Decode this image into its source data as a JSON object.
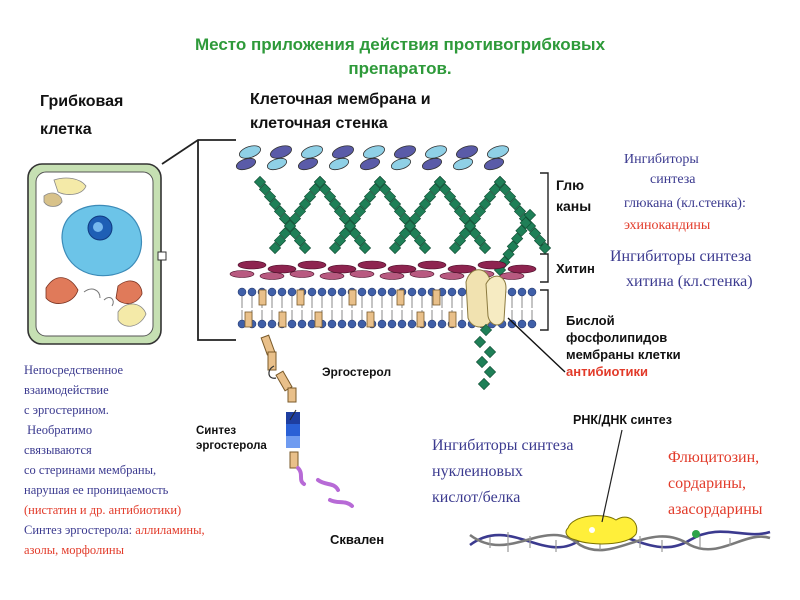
{
  "title": {
    "line1": "Место приложения действия противогрибковых",
    "line2": "препаратов."
  },
  "headers": {
    "cell_line1": "Грибковая",
    "cell_line2": "клетка",
    "membrane_line1": "Клеточная мембрана и",
    "membrane_line2": "клеточная стенка"
  },
  "structure_labels": {
    "glucans_line1": "Глю",
    "glucans_line2": "каны",
    "chitin": "Хитин",
    "bilayer_line1": "Бислой",
    "bilayer_line2": "фосфолипидов",
    "bilayer_line3": "мембраны клетки",
    "bilayer_line4": "антибиотики",
    "ergosterol": "Эргостерол",
    "synthesis_line1": "Синтез",
    "synthesis_line2": "эргостерола",
    "squalene": "Сквален",
    "rna_dna": "РНК/ДНК синтез"
  },
  "glucan_inhibitors": {
    "line1": "Ингибиторы",
    "line2": "синтеза",
    "line3": "глюкана (кл.стенка):",
    "line4": "эхинокандины"
  },
  "chitin_inhibitors": {
    "line1": "Ингибиторы синтеза",
    "line2": "хитина (кл.стенка)"
  },
  "ergosterol_notes": {
    "line1": "Непосредственное",
    "line2": "взаимодействие",
    "line3": "с эргостерином.",
    "line4": " Необратимо",
    "line5": "связываются",
    "line6": "со стеринами мембраны,",
    "line7": "нарушая ее проницаемость",
    "line8": "(нистатин и др. антибиотики)",
    "line9_prefix": "Синтез эргостерола: ",
    "line9_red": "аллиламины,",
    "line10": "азолы, морфолины"
  },
  "nucleic_inhibitors": {
    "line1": "Ингибиторы синтеза",
    "line2": "нуклеиновых",
    "line3": "кислот/белка"
  },
  "nucleic_drugs": {
    "line1": "Флюцитозин,",
    "line2": "сордарины,",
    "line3": "азасордарины"
  },
  "colors": {
    "title": "#2e9a3a",
    "label_blue": "#3b3a8f",
    "label_red": "#e23b2a",
    "glucan_chain": "#1f7f57",
    "chitin": "#8e2450",
    "lipid_head": "#3f5fa8",
    "ergosterol": "#e9c08a",
    "cell_wall": "#8cc07a",
    "nucleus": "#55b7e0"
  }
}
